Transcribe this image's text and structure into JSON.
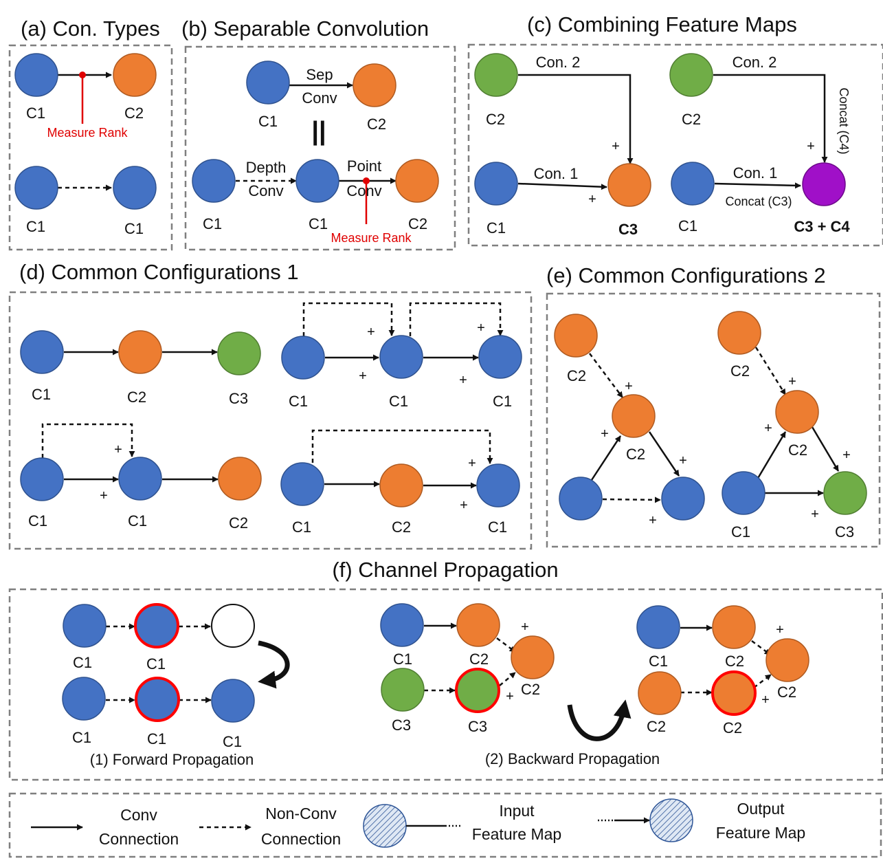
{
  "colors": {
    "blue": "#4472c4",
    "orange": "#ed7d31",
    "green": "#70ad47",
    "purple": "#a010c8",
    "measure_red": "#e00000",
    "box_border": "#7f7f7f"
  },
  "panel_a": {
    "title": "(a) Con. Types",
    "measure_rank": "Measure Rank",
    "labels": [
      "C1",
      "C2",
      "C1",
      "C1"
    ]
  },
  "panel_b": {
    "title": "(b) Separable Convolution",
    "sep": "Sep",
    "conv": "Conv",
    "equals": "||",
    "depth": "Depth",
    "point": "Point",
    "measure_rank": "Measure Rank",
    "labels": [
      "C1",
      "C2",
      "C1",
      "C1",
      "C2"
    ]
  },
  "panel_c": {
    "title": "(c) Combining Feature Maps",
    "con1": "Con. 1",
    "con2": "Con. 2",
    "concat_c3": "Concat (C3)",
    "concat_c4": "Concat (C4)",
    "result_left": "C3",
    "result_right": "C3 + C4",
    "labels": [
      "C2",
      "C1",
      "C2",
      "C1"
    ]
  },
  "panel_d": {
    "title": "(d) Common Configurations 1",
    "row1_left": [
      "C1",
      "C2",
      "C3"
    ],
    "row1_right": [
      "C1",
      "C1",
      "C1"
    ],
    "row2_left": [
      "C1",
      "C1",
      "C2"
    ],
    "row2_right": [
      "C1",
      "C2",
      "C1"
    ]
  },
  "panel_e": {
    "title": "(e) Common Configurations 2",
    "left": [
      "C2",
      "C2"
    ],
    "right": [
      "C2",
      "C2",
      "C1",
      "C3"
    ]
  },
  "panel_f": {
    "title": "(f) Channel Propagation",
    "forward_caption": "(1) Forward Propagation",
    "backward_caption": "(2) Backward Propagation",
    "forward_labels": [
      "C1",
      "C1",
      "C1",
      "C1",
      "C1"
    ],
    "backward_left": [
      "C1",
      "C2",
      "C2",
      "C3",
      "C3"
    ],
    "backward_right": [
      "C1",
      "C2",
      "C2",
      "C2",
      "C2"
    ]
  },
  "legend": {
    "conv_line1": "Conv",
    "conv_line2": "Connection",
    "nonconv_line1": "Non-Conv",
    "nonconv_line2": "Connection",
    "input_line1": "Input",
    "input_line2": "Feature Map",
    "output_line1": "Output",
    "output_line2": "Feature Map"
  },
  "plus": "+"
}
